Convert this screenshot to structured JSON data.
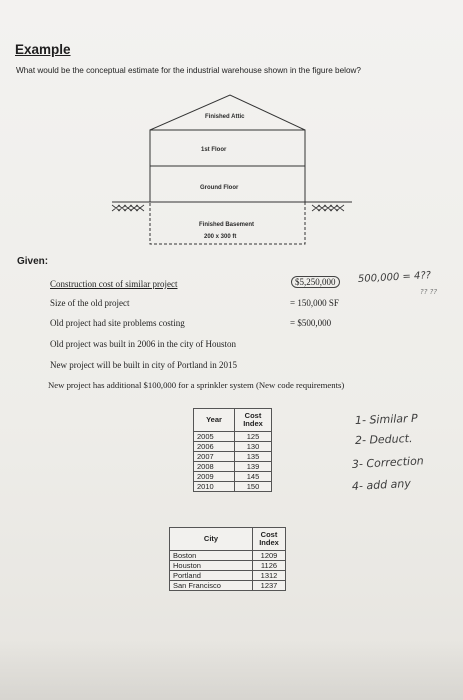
{
  "header": {
    "title": "Example",
    "question": "What would be the conceptual estimate for the industrial warehouse shown in the figure below?"
  },
  "diagram": {
    "attic": "Finished Attic",
    "first_floor": "1st Floor",
    "ground_floor": "Ground Floor",
    "basement": "Finished Basement",
    "dimensions": "200 x 300 ft"
  },
  "given": {
    "heading": "Given:",
    "construction_cost_label": "Construction cost of similar project",
    "construction_cost_value": "$5,250,000",
    "size_label": "Size of the old project",
    "size_value": "= 150,000 SF",
    "site_problems_label": "Old project had site problems costing",
    "site_problems_value": "= $500,000",
    "built_2006": "Old project was built in 2006 in the city of Houston",
    "new_2015": "New project will be built in city of Portland in 2015",
    "sprinkler": "New project has additional $100,000 for a sprinkler system (New code requirements)"
  },
  "handwriting": {
    "cost_note": "500,000 = 4??",
    "cost_note_sub": "?? ??",
    "steps": [
      "1- Similar P",
      "2- Deduct.",
      "3- Correction",
      "4- add any"
    ]
  },
  "year_table": {
    "headers": [
      "Year",
      "Cost Index"
    ],
    "rows": [
      [
        "2005",
        "125"
      ],
      [
        "2006",
        "130"
      ],
      [
        "2007",
        "135"
      ],
      [
        "2008",
        "139"
      ],
      [
        "2009",
        "145"
      ],
      [
        "2010",
        "150"
      ]
    ]
  },
  "city_table": {
    "headers": [
      "City",
      "Cost Index"
    ],
    "rows": [
      [
        "Boston",
        "1209"
      ],
      [
        "Houston",
        "1126"
      ],
      [
        "Portland",
        "1312"
      ],
      [
        "San Francisco",
        "1237"
      ]
    ]
  }
}
